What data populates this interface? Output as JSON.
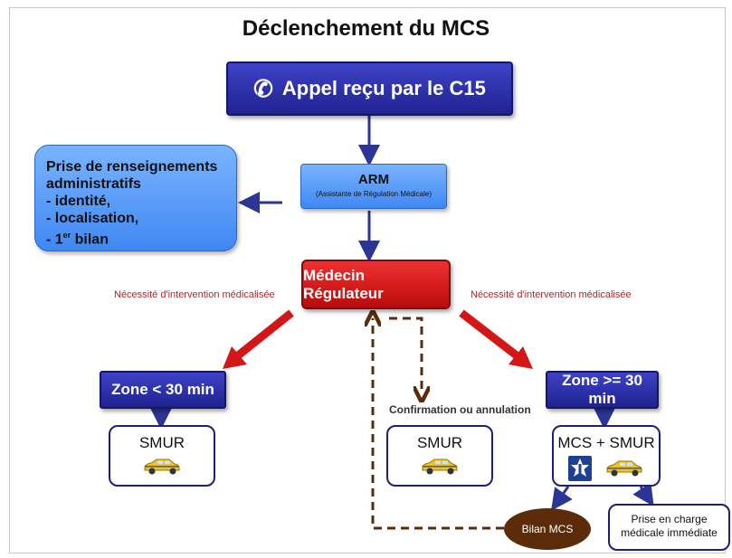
{
  "title": "Déclenchement du MCS",
  "appel": {
    "icon": "phone-icon",
    "phone_glyph": "✆",
    "label": "Appel reçu par le C15"
  },
  "info_box": {
    "line1": "Prise de renseignements",
    "line2": "administratifs",
    "line3": "- identité,",
    "line4": "- localisation,",
    "line5_prefix": "- 1",
    "line5_sup": "er",
    "line5_suffix": " bilan"
  },
  "arm": {
    "title": "ARM",
    "subtitle": "(Assistante de Régulation Médicale)"
  },
  "medecin": {
    "label": "Médecin Régulateur"
  },
  "necessity_left": "Nécessité d'intervention médicalisée",
  "necessity_right": "Nécessité d'intervention médicalisée",
  "zone_left": "Zone < 30 min",
  "zone_right": "Zone >= 30 min",
  "confirmation": "Confirmation ou annulation",
  "smur_left": "SMUR",
  "smur_middle": "SMUR",
  "mcs_smur": "MCS + SMUR",
  "bilan": "Bilan MCS",
  "prise": {
    "line1": "Prise en charge",
    "line2": "médicale immédiate"
  },
  "colors": {
    "dark_blue": "#2a2ea8",
    "light_blue": "#5b9cf8",
    "red": "#d41616",
    "brown": "#5c2c0a",
    "arrow_blue": "#2c3596",
    "necessity_text": "#b52525"
  }
}
